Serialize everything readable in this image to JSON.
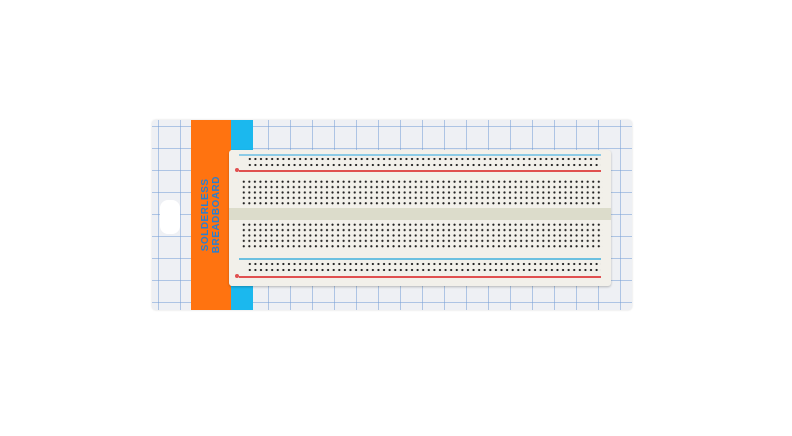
{
  "image": {
    "subject": "Solderless breadboard in blister packaging",
    "package": {
      "label_text": "SOLDERLESS BREADBOARD",
      "label_line1": "SOLDERLESS",
      "label_line2": "BREADBOARD",
      "colors": {
        "card_background": "#eef0f4",
        "grid_lines": "#78a0d7",
        "orange_stripe": "#ff7310",
        "cyan_accent": "#1bb8ee",
        "label_text": "#2a7fd0"
      }
    },
    "breadboard": {
      "color": "#f2f0ea",
      "rail_red": "#e05050",
      "rail_blue": "#6cc0e0"
    }
  }
}
